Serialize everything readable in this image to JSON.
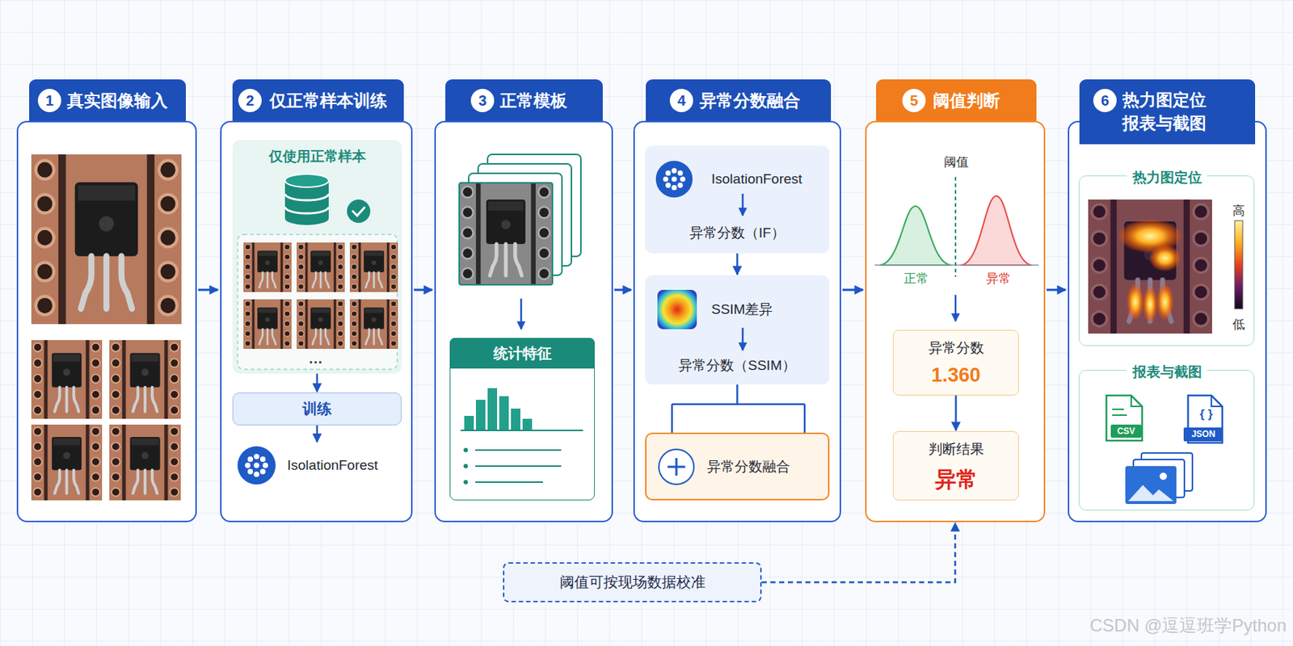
{
  "diagram": {
    "nodes": [
      {
        "text": [
          "1",
          "真实图像输入"
        ]
      },
      {
        "text": [
          "2",
          "仅正常样本训练"
        ]
      },
      {
        "text": [
          "仅使用正常样本"
        ],
        "in": 1
      },
      {
        "text": [
          "训练"
        ],
        "in": 1
      },
      {
        "text": [
          "IsolationForest"
        ],
        "in": 1
      },
      {
        "text": [
          "3",
          "正常模板"
        ]
      },
      {
        "text": [
          "统计特征"
        ],
        "in": 5
      },
      {
        "text": [
          "4",
          "异常分数融合"
        ]
      },
      {
        "text": [
          "IsolationForest",
          "异常分数（IF）"
        ],
        "in": 7
      },
      {
        "text": [
          "SSIM差异",
          "异常分数（SSIM）"
        ],
        "in": 7
      },
      {
        "text": [
          "异常分数融合"
        ],
        "in": 7
      },
      {
        "text": [
          "5",
          "阈值判断"
        ]
      },
      {
        "text": [
          "异常分数",
          "1.360"
        ],
        "in": 11
      },
      {
        "text": [
          "判断结果",
          "异常"
        ],
        "in": 11
      },
      {
        "text": [
          "6",
          "热力图定位 报表与截图"
        ]
      },
      {
        "text": [
          "热力图定位"
        ],
        "in": 14
      },
      {
        "text": [
          "报表与截图"
        ],
        "in": 14
      },
      {
        "text": [
          "阈值可按现场数据校准"
        ]
      }
    ],
    "edges": [
      {
        "from": 0,
        "to": 1,
        "arrow": "to"
      },
      {
        "from": 1,
        "to": 5,
        "arrow": "to"
      },
      {
        "from": 5,
        "to": 7,
        "arrow": "to"
      },
      {
        "from": 7,
        "to": 11,
        "arrow": "to"
      },
      {
        "from": 11,
        "to": 14,
        "arrow": "to"
      },
      {
        "from": 2,
        "to": 3,
        "arrow": "to"
      },
      {
        "from": 3,
        "to": 4,
        "arrow": "to"
      },
      {
        "from": 8,
        "to": 9,
        "arrow": "to"
      },
      {
        "from": 9,
        "to": 10,
        "arrow": "none"
      },
      {
        "from": 12,
        "to": 13,
        "arrow": "to"
      },
      {
        "from": 17,
        "to": 11,
        "arrow": "to"
      }
    ],
    "labels": [
      "阈值",
      "正常",
      "异常",
      "…",
      "高",
      "低",
      "CSV",
      "{ }",
      "JSON",
      "CSDN @逗逗班学Python"
    ]
  }
}
